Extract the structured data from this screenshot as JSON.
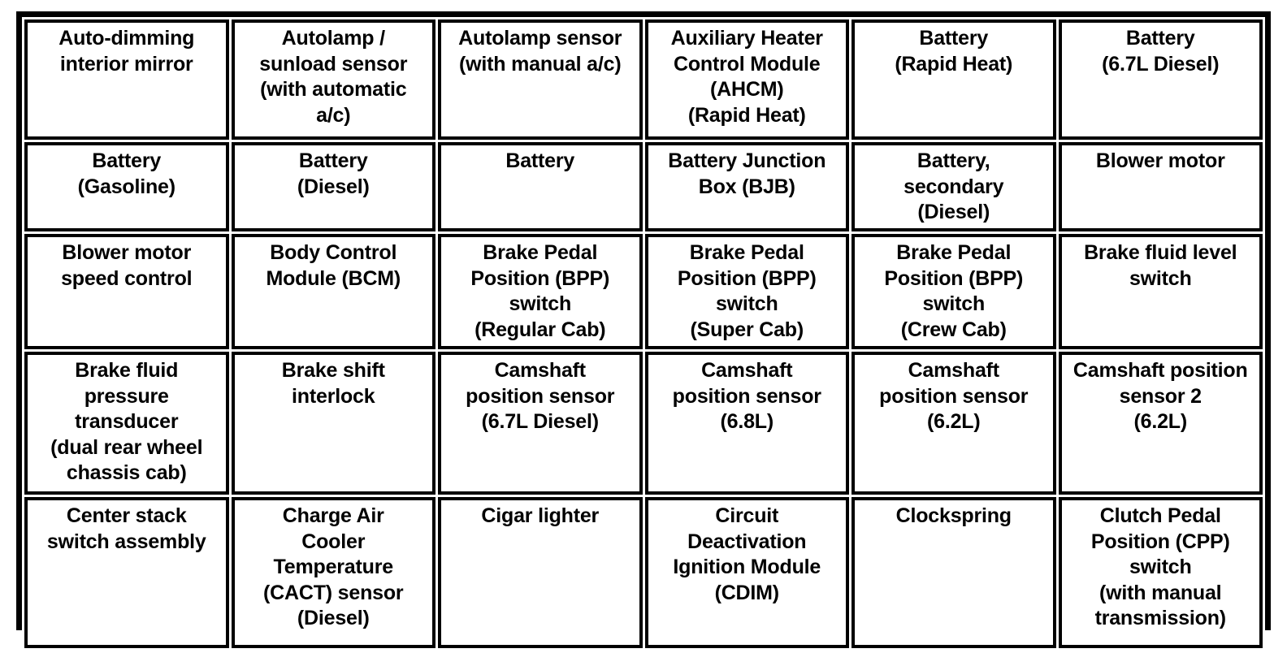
{
  "document": {
    "kind": "component-location-table",
    "columns": 6,
    "rows": 5,
    "text_color": "#000000",
    "background_color": "#ffffff",
    "border_color": "#000000"
  },
  "table": {
    "rows": [
      {
        "cells": [
          {
            "label": "Auto-dimming\ninterior mirror"
          },
          {
            "label": "Autolamp /\nsunload sensor\n(with automatic\na/c)"
          },
          {
            "label": "Autolamp sensor\n(with manual a/c)"
          },
          {
            "label": "Auxiliary Heater\nControl Module\n(AHCM)\n(Rapid Heat)"
          },
          {
            "label": "Battery\n(Rapid Heat)"
          },
          {
            "label": "Battery\n(6.7L Diesel)"
          }
        ]
      },
      {
        "cells": [
          {
            "label": "Battery\n(Gasoline)"
          },
          {
            "label": "Battery\n(Diesel)"
          },
          {
            "label": "Battery"
          },
          {
            "label": "Battery Junction\nBox (BJB)"
          },
          {
            "label": "Battery,\nsecondary\n(Diesel)"
          },
          {
            "label": "Blower motor"
          }
        ]
      },
      {
        "cells": [
          {
            "label": "Blower motor\nspeed control"
          },
          {
            "label": "Body Control\nModule (BCM)"
          },
          {
            "label": "Brake Pedal\nPosition (BPP)\nswitch\n(Regular Cab)"
          },
          {
            "label": "Brake Pedal\nPosition (BPP)\nswitch\n(Super Cab)"
          },
          {
            "label": "Brake Pedal\nPosition (BPP)\nswitch\n(Crew Cab)"
          },
          {
            "label": "Brake fluid level\nswitch"
          }
        ]
      },
      {
        "cells": [
          {
            "label": "Brake fluid\npressure\ntransducer\n(dual rear wheel\nchassis cab)"
          },
          {
            "label": "Brake shift\ninterlock"
          },
          {
            "label": "Camshaft\nposition sensor\n(6.7L Diesel)"
          },
          {
            "label": "Camshaft\nposition sensor\n(6.8L)"
          },
          {
            "label": "Camshaft\nposition sensor\n(6.2L)"
          },
          {
            "label": "Camshaft position\nsensor 2\n(6.2L)"
          }
        ]
      },
      {
        "cells": [
          {
            "label": "Center stack\nswitch assembly"
          },
          {
            "label": "Charge Air\nCooler\nTemperature\n(CACT) sensor\n(Diesel)"
          },
          {
            "label": "Cigar lighter"
          },
          {
            "label": "Circuit\nDeactivation\nIgnition Module\n(CDIM)"
          },
          {
            "label": "Clockspring"
          },
          {
            "label": "Clutch Pedal\nPosition (CPP)\nswitch\n(with manual\ntransmission)"
          }
        ]
      }
    ]
  }
}
